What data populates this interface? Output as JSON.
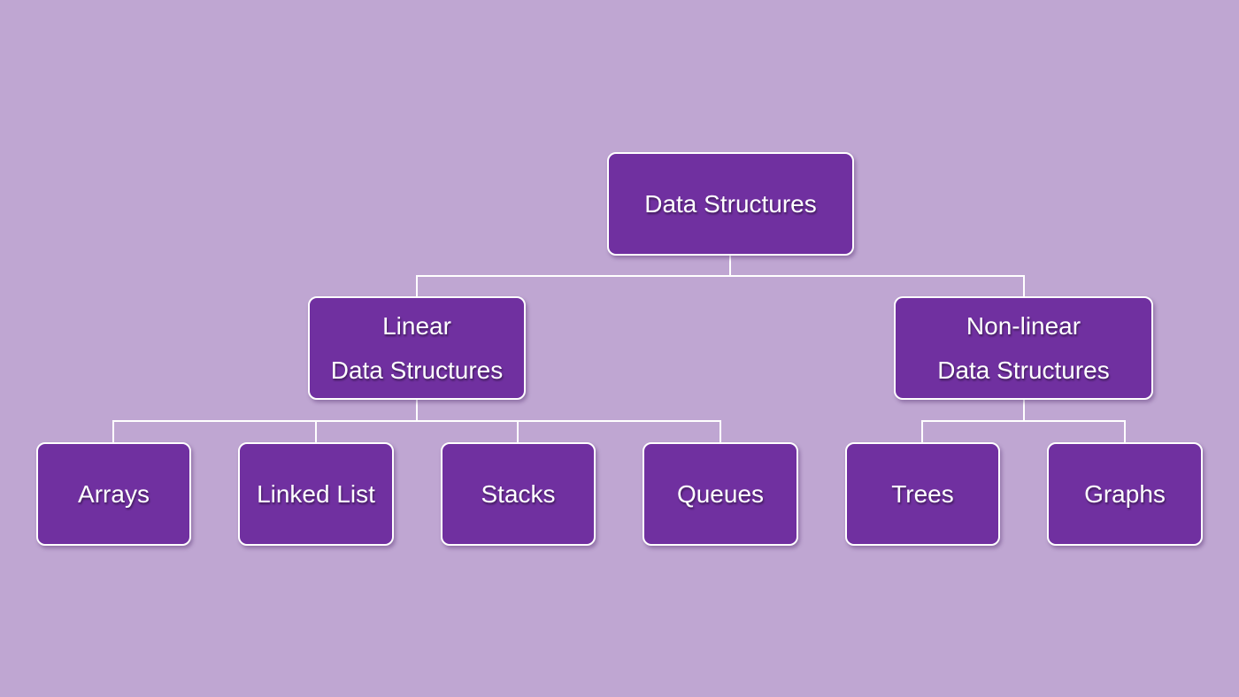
{
  "diagram": {
    "colors": {
      "background": "#bfa6d2",
      "node_fill": "#7030a0",
      "node_border": "#ffffff",
      "connector": "#ffffff",
      "text": "#ffffff"
    },
    "root": {
      "label": "Data Structures"
    },
    "linear": {
      "line1": "Linear",
      "line2": "Data Structures",
      "children": [
        "Arrays",
        "Linked List",
        "Stacks",
        "Queues"
      ]
    },
    "nonlinear": {
      "line1": "Non-linear",
      "line2": "Data Structures",
      "children": [
        "Trees",
        "Graphs"
      ]
    }
  }
}
